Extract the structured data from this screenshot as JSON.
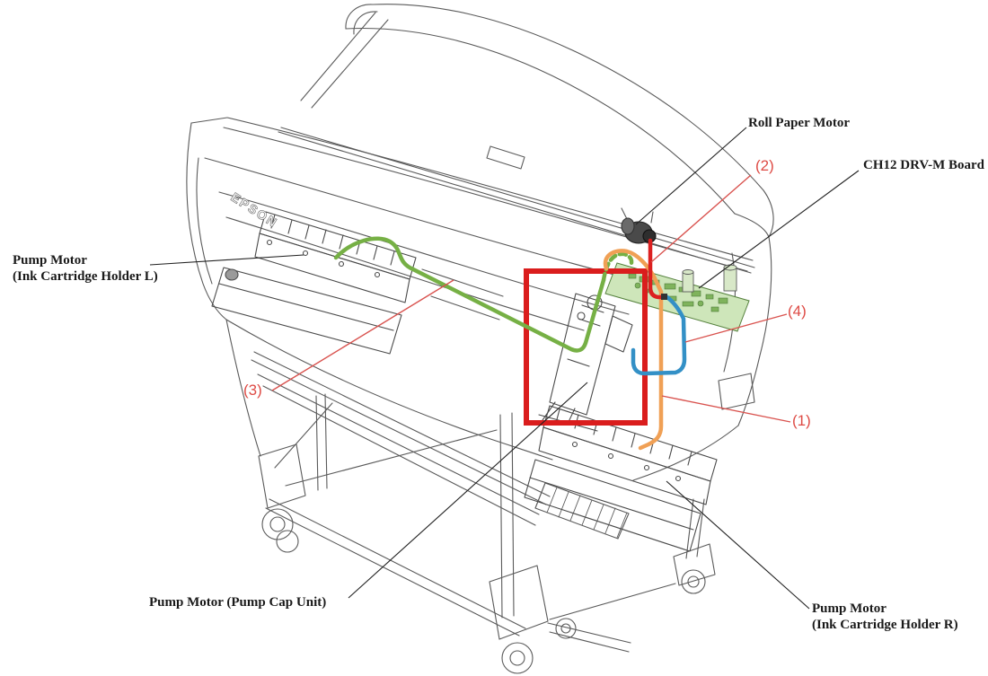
{
  "title": "Printer motor location and wiring diagram",
  "labels": {
    "roll_paper_motor": "Roll Paper Motor",
    "ch12_board": "CH12 DRV-M Board",
    "pump_motor_l_line1": "Pump Motor",
    "pump_motor_l_line2": "(Ink Cartridge Holder L)",
    "pump_motor_cap": "Pump Motor (Pump Cap Unit)",
    "pump_motor_r_line1": "Pump Motor",
    "pump_motor_r_line2": "(Ink Cartridge Holder R)",
    "callout_1": "(1)",
    "callout_2": "(2)",
    "callout_3": "(3)",
    "callout_4": "(4)",
    "epson_logo": "EPSON"
  },
  "callout_map": {
    "1": "orange cable - Pump Motor (Ink Cartridge Holder R)",
    "2": "red cable - Roll Paper Motor",
    "3": "green cable - Pump Motor (Ink Cartridge Holder L)",
    "4": "blue cable - Pump Motor (Pump Cap Unit)"
  },
  "colors": {
    "callout_red": "#DE4B45",
    "leader_red": "#D9534F",
    "leader_black": "#222222",
    "cable_1_orange": "#F0A055",
    "cable_2_red": "#DC2020",
    "cable_3_green": "#76B045",
    "cable_4_blue": "#3390C6",
    "highlight_box_red": "#DA1D1D",
    "board_fill": "#CEE6BA",
    "board_stroke": "#55813D",
    "label_black": "#1A1A1A",
    "art_gray": "#5A5A5A"
  }
}
